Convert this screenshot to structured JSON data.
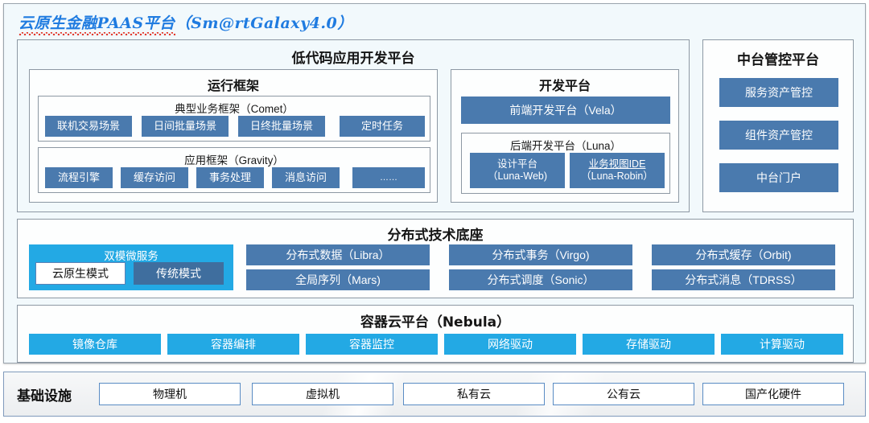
{
  "title": {
    "zh": "云原生金融PAAS平台",
    "en": "（Sm@rtGalaxy4.0）"
  },
  "lowcode": {
    "title": "低代码应用开发平台",
    "runtime": {
      "title": "运行框架",
      "comet": {
        "title": "典型业务框架（Comet）",
        "items": [
          "联机交易场景",
          "日间批量场景",
          "日终批量场景",
          "定时任务"
        ]
      },
      "gravity": {
        "title": "应用框架（Gravity）",
        "items": [
          "流程引擎",
          "缓存访问",
          "事务处理",
          "消息访问",
          "……"
        ]
      }
    },
    "devplatform": {
      "title": "开发平台",
      "frontend": "前端开发平台（Vela）",
      "luna": {
        "title": "后端开发平台（Luna）",
        "items": [
          {
            "line1": "设计平台",
            "line2": "（Luna-Web)",
            "underline": false
          },
          {
            "line1": "业务视图IDE",
            "line2": "（Luna-Robin）",
            "underline": true
          }
        ]
      }
    }
  },
  "midplatform": {
    "title": "中台管控平台",
    "items": [
      "服务资产管控",
      "组件资产管控",
      "中台门户"
    ]
  },
  "distributed": {
    "title": "分布式技术底座",
    "dualmode": {
      "title": "双模微服务",
      "items": [
        {
          "label": "云原生模式",
          "style": "white"
        },
        {
          "label": "传统模式",
          "style": "blue"
        }
      ]
    },
    "columns": [
      [
        "分布式数据（Libra）",
        "全局序列（Mars)"
      ],
      [
        "分布式事务（Virgo)",
        "分布式调度（Sonic）"
      ],
      [
        "分布式缓存（Orbit)",
        "分布式消息（TDRSS）"
      ]
    ]
  },
  "container": {
    "title": "容器云平台（Nebula）",
    "items": [
      "镜像仓库",
      "容器编排",
      "容器监控",
      "网络驱动",
      "存储驱动",
      "计算驱动"
    ]
  },
  "infrastructure": {
    "label": "基础设施",
    "items": [
      "物理机",
      "虚拟机",
      "私有云",
      "公有云",
      "国产化硬件"
    ]
  },
  "colors": {
    "steel_blue": "#4a7aae",
    "cyan": "#23a9e4",
    "title_blue": "#1f7be0",
    "panel_bg": "#f2f9fc",
    "spell_red": "#e23a2e"
  }
}
